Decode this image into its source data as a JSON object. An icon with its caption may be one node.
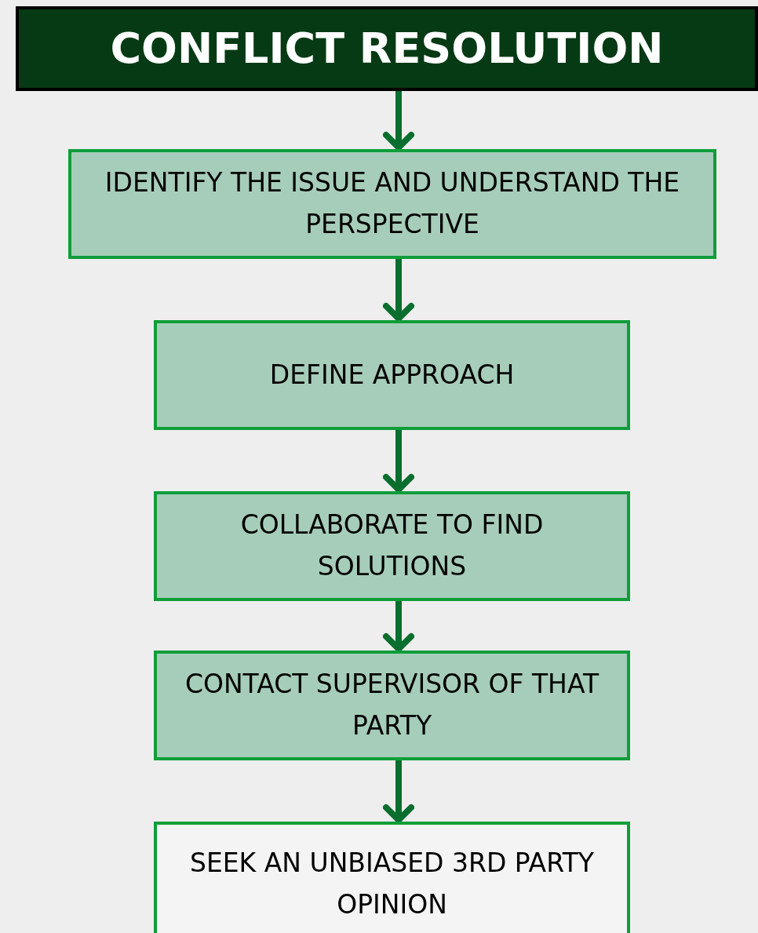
{
  "diagram": {
    "nodes": [
      {
        "text": [
          "CONFLICT RESOLUTION"
        ]
      },
      {
        "text": [
          "IDENTIFY THE ISSUE AND UNDERSTAND THE PERSPECTIVE"
        ]
      },
      {
        "text": [
          "DEFINE APPROACH"
        ]
      },
      {
        "text": [
          "COLLABORATE TO FIND SOLUTIONS"
        ]
      },
      {
        "text": [
          "CONTACT SUPERVISOR OF THAT PARTY"
        ]
      },
      {
        "text": [
          "SEEK AN UNBIASED 3RD PARTY OPINION"
        ]
      }
    ],
    "edges": [
      {
        "from": 0,
        "to": 1,
        "arrow": "to"
      },
      {
        "from": 1,
        "to": 2,
        "arrow": "to"
      },
      {
        "from": 2,
        "to": 3,
        "arrow": "to"
      },
      {
        "from": 3,
        "to": 4,
        "arrow": "to"
      },
      {
        "from": 4,
        "to": 5,
        "arrow": "to"
      }
    ]
  }
}
